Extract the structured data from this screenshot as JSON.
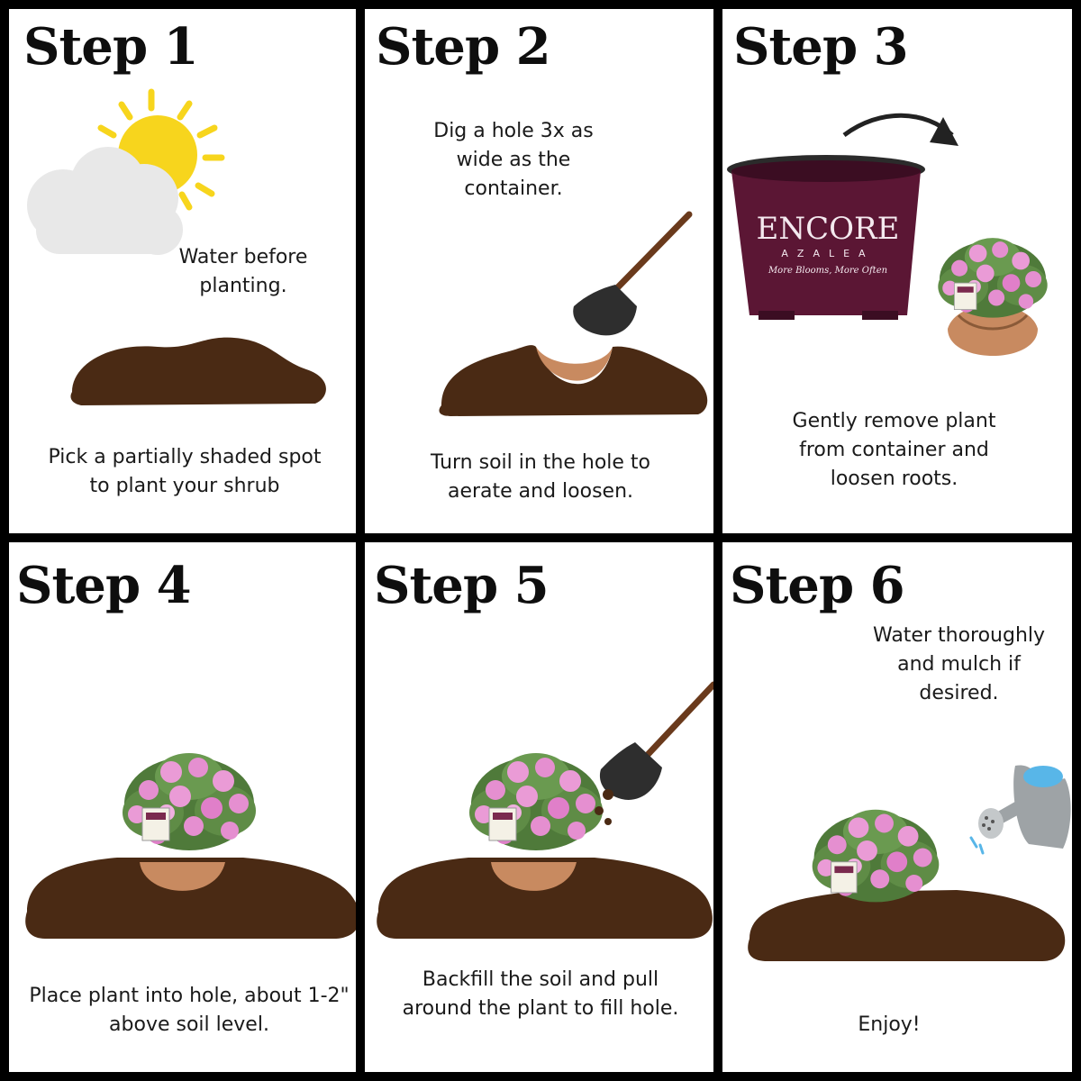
{
  "steps": [
    {
      "title": "Step 1",
      "captions": [
        "Water before planting.",
        "Pick a partially shaded spot to plant your shrub"
      ]
    },
    {
      "title": "Step 2",
      "captions": [
        "Dig a hole 3x as wide as the container.",
        "Turn soil in the hole to aerate and loosen."
      ]
    },
    {
      "title": "Step 3",
      "captions": [
        "Gently remove plant from container and loosen roots."
      ]
    },
    {
      "title": "Step 4",
      "captions": [
        "Place plant into hole, about 1-2\" above soil level."
      ]
    },
    {
      "title": "Step 5",
      "captions": [
        "Backfill the soil and pull around the plant to fill hole."
      ]
    },
    {
      "title": "Step 6",
      "captions": [
        "Water thoroughly and mulch if desired.",
        "Enjoy!"
      ]
    }
  ],
  "pot": {
    "brand": "ENCORE",
    "sub": "AZALEA",
    "tagline": "More Blooms, More Often"
  },
  "colors": {
    "soil": "#4a2a14",
    "root_ball": "#c88a60",
    "sun": "#f7d51d",
    "cloud": "#e8e8e8",
    "pot": "#5b1634",
    "shovel_blade": "#2e2e2e",
    "shovel_handle": "#6a3a1c",
    "bloom": "#e58fd0",
    "leaf": "#4f7a3a",
    "watering_can": "#9ea3a6",
    "water": "#58b6e8"
  }
}
